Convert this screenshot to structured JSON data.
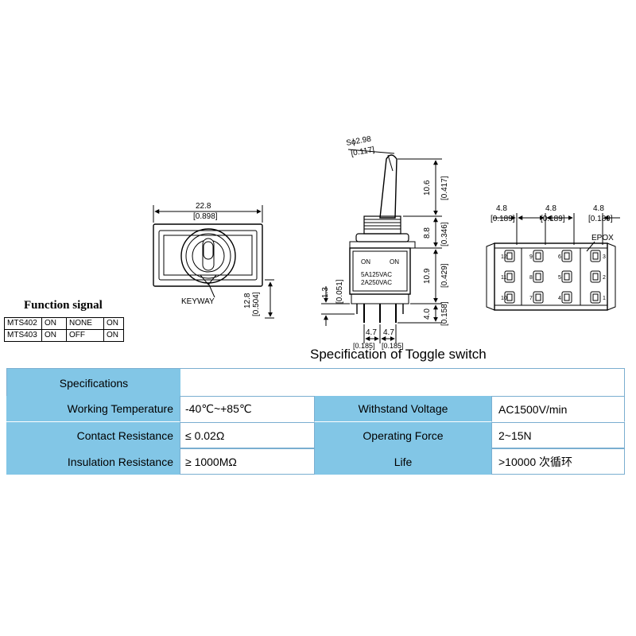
{
  "drawing": {
    "title": "Specification of Toggle switch",
    "top_view": {
      "width_mm": "22.8",
      "width_in": "[0.898]",
      "height_mm": "12.8",
      "height_in": "[0.504]",
      "keyway_label": "KEYWAY"
    },
    "side_view": {
      "lever_dia": "Sϕ2.98",
      "lever_dia_in": "[0.117]",
      "lever_len_mm": "10.6",
      "lever_len_in": "[0.417]",
      "bushing_mm": "8.8",
      "bushing_in": "[0.346]",
      "body_mm": "10.9",
      "body_in": "[0.429]",
      "pin_mm": "4.0",
      "pin_in": "[0.158]",
      "left_mm": "1.3",
      "left_in": "[0.051]",
      "pitch1_mm": "4.7",
      "pitch2_mm": "4.7",
      "pitch1_in": "[0.185]",
      "pitch2_in": "[0.185]",
      "on_left": "ON",
      "on_right": "ON",
      "rating1": "5A125VAC",
      "rating2": "2A250VAC"
    },
    "bottom_view": {
      "pitch_mm": "4.8",
      "pitch_in": "[0.189]",
      "epox_label": "EPOX",
      "terminals": [
        "12",
        "9",
        "6",
        "3",
        "11",
        "8",
        "5",
        "2",
        "10",
        "7",
        "4",
        "1"
      ]
    }
  },
  "function_signal": {
    "title": "Function signal",
    "rows": [
      [
        "MTS402",
        "ON",
        "NONE",
        "ON"
      ],
      [
        "MTS403",
        "ON",
        "OFF",
        "ON"
      ]
    ]
  },
  "specs": {
    "header": "Specifications",
    "rows": [
      {
        "label": "Working Temperature",
        "value": "-40℃~+85℃",
        "label2": "Withstand Voltage",
        "value2": "AC1500V/min"
      },
      {
        "label": "Contact Resistance",
        "value": "≤ 0.02Ω",
        "label2": "Operating Force",
        "value2": "2~15N"
      },
      {
        "label": "Insulation Resistance",
        "value": "≥ 1000MΩ",
        "label2": "Life",
        "value2": ">10000 次循环"
      }
    ]
  },
  "colors": {
    "header_blue": "#82c6e6",
    "border_blue": "#7aaed0"
  }
}
